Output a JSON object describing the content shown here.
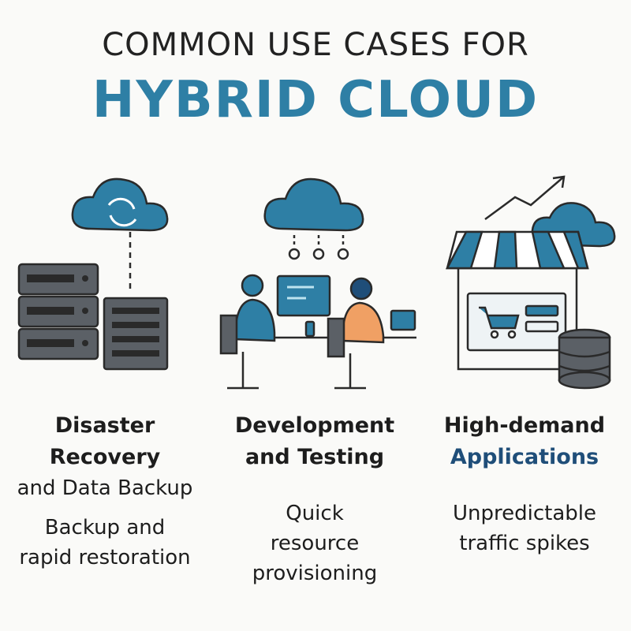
{
  "title": {
    "line1": "COMMON USE CASES FOR",
    "line2": "HYBRID CLOUD"
  },
  "colors": {
    "accent": "#2e7fa5",
    "accent_dark": "#1f4e79",
    "server": "#5b6066",
    "orange": "#f0a064"
  },
  "use_cases": [
    {
      "heading_line1": "Disaster",
      "heading_line2": "Recovery",
      "heading_line3": "and Data Backup",
      "description_line1": "Backup and",
      "description_line2": "rapid restoration",
      "icon": "cloud-sync-server-icon"
    },
    {
      "heading_line1": "Development",
      "heading_line2": "and Testing",
      "description_line1": "Quick",
      "description_line2": "resource",
      "description_line3": "provisioning",
      "icon": "developers-cloud-icon"
    },
    {
      "heading_line1": "High-demand",
      "heading_line2": "Applications",
      "description_line1": "Unpredictable",
      "description_line2": "traffic spikes",
      "icon": "storefront-cloud-icon"
    }
  ]
}
